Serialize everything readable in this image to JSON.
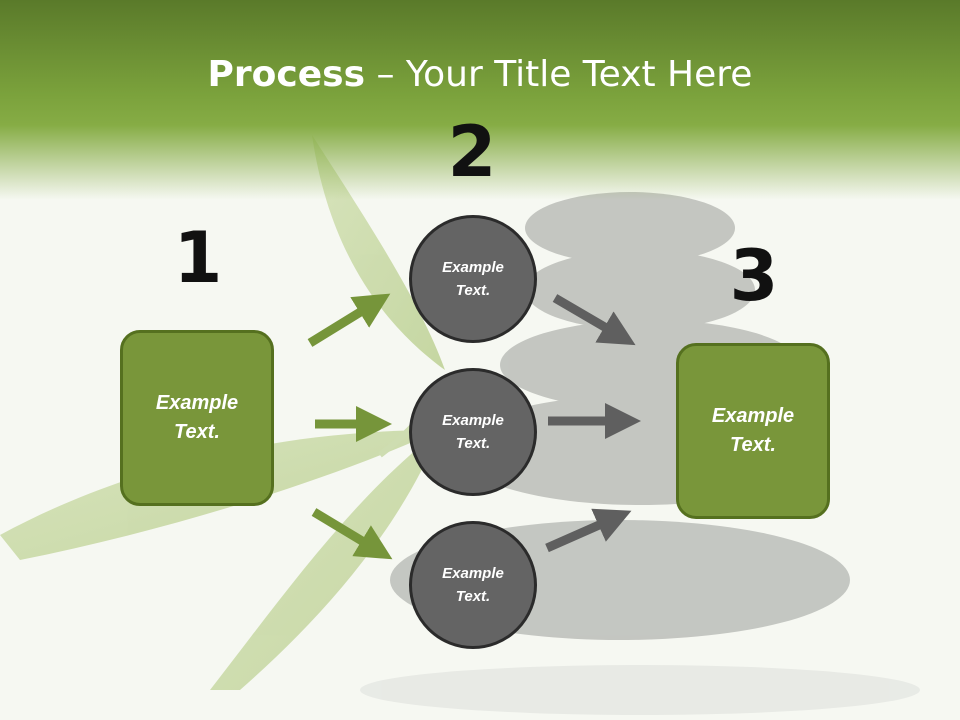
{
  "header": {
    "title_bold": "Process",
    "title_rest": " – Your Title Text Here"
  },
  "steps": {
    "one": {
      "number": "1",
      "box_text": "Example Text."
    },
    "two": {
      "number": "2",
      "circles": [
        {
          "text": "Example Text."
        },
        {
          "text": "Example Text."
        },
        {
          "text": "Example Text."
        }
      ]
    },
    "three": {
      "number": "3",
      "box_text": "Example Text."
    }
  },
  "colors": {
    "header_green": "#7ba23c",
    "box_green": "#79963a",
    "box_border": "#55701f",
    "circle_gray": "#646464",
    "arrow_green": "#76953a",
    "arrow_gray": "#5f5f5f"
  }
}
